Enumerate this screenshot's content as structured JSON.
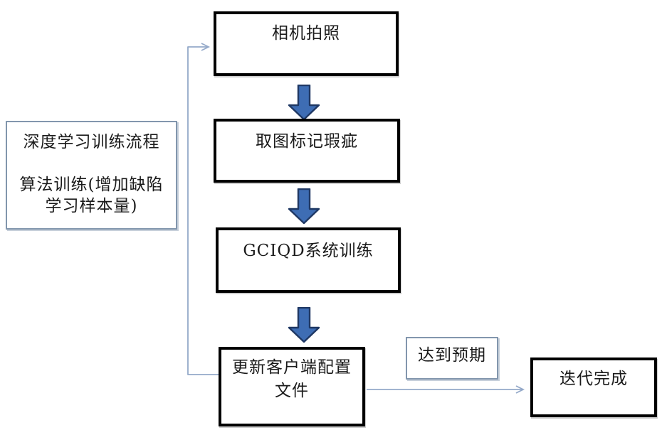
{
  "flowchart": {
    "nodes": {
      "camera": {
        "label": "相机拍照"
      },
      "mark_defects": {
        "label": "取图标记瑕疵"
      },
      "gciqd_training": {
        "label": "GCIQD系统训练"
      },
      "update_config": {
        "lines": [
          "更新客户端配置",
          "文件"
        ]
      },
      "iteration_done": {
        "label": "迭代完成"
      }
    },
    "side_note": {
      "lines": [
        "深度学习训练流程",
        "",
        "算法训练(增加缺陷",
        "学习样本量)"
      ]
    },
    "edge_labels": {
      "reach_expectation": "达到预期"
    },
    "colors": {
      "block_arrow_fill": "#3e6db4",
      "block_arrow_border": "#1f3864",
      "connector": "#94a9c9",
      "thick_border": "#000000",
      "light_border": "#8296ad",
      "background": "#ffffff"
    }
  }
}
